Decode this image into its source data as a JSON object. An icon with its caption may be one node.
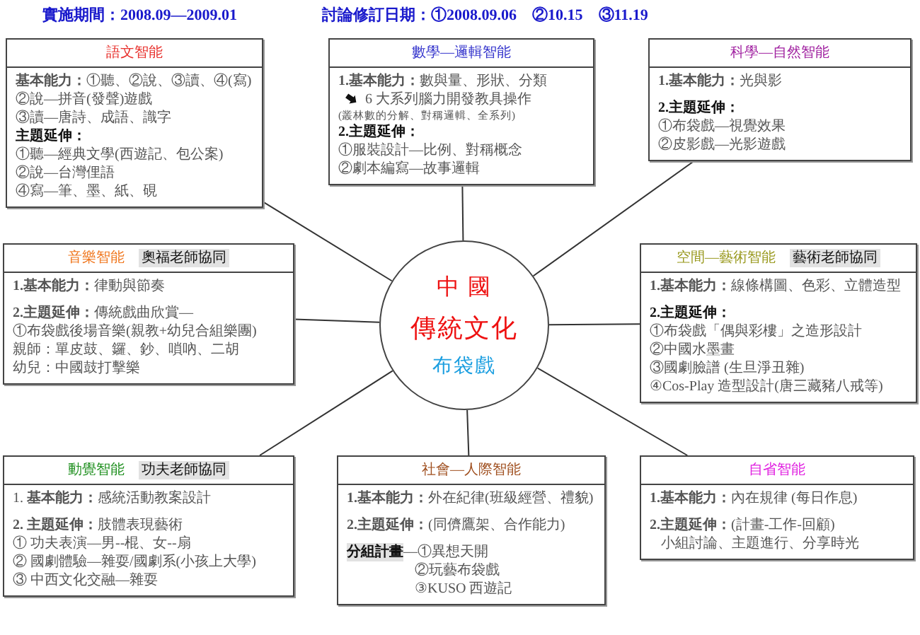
{
  "diagram": {
    "nodes": [
      {
        "text": [
          "中 國",
          "傳統文化",
          "布袋戲"
        ]
      },
      {
        "text": [
          "語文智能",
          "**基本能力：**①聽、②說、③讀、④(寫)",
          "②說—拼音(發聲)遊戲",
          "③讀—唐詩、成語、識字",
          "主題延伸：",
          "①聽—經典文學(西遊記、包公案)",
          "②說—台灣俚語",
          "④寫—筆、墨、紙、硯"
        ]
      },
      {
        "text": [
          "數學—邏輯智能",
          "**1.基本能力：**數與量、形狀、分類",
          "6 大系列腦力開發教具操作",
          "(叢林數的分解、對稱邏輯、全系列)",
          "2.主題延伸：",
          "①服裝設計—比例、對稱概念",
          "②劇本編寫—故事邏輯"
        ]
      },
      {
        "text": [
          "科學—自然智能",
          "**1.基本能力：**光與影",
          "2.主題延伸：",
          "①布袋戲—視覺效果",
          "②皮影戲—光影遊戲"
        ]
      },
      {
        "text": [
          "音樂智能",
          "奧福老師協同",
          "**1.基本能力：**律動與節奏",
          "**2.主題延伸：**傳統戲曲欣賞—",
          "①布袋戲後場音樂(親教+幼兒合組樂團)",
          "親師：單皮鼓、鑼、鈔、嗩吶、二胡",
          "幼兒：中國鼓打擊樂"
        ]
      },
      {
        "text": [
          "空間—藝術智能",
          "藝術老師協同",
          "**1.基本能力：**線條構圖、色彩、立體造型",
          "2.主題延伸：",
          "①布袋戲「偶與彩樓」之造形設計",
          "②中國水墨畫",
          "③國劇臉譜 (生旦淨丑雜)",
          "④Cos-Play 造型設計(唐三藏豬八戒等)"
        ]
      },
      {
        "text": [
          "動覺智能",
          "功夫老師協同",
          "1. **基本能力：**感統活動教案設計",
          "**2. 主題延伸：**肢體表現藝術",
          "①  功夫表演—男--棍、女--扇",
          "②  國劇體驗—雜耍/國劇系(小孩上大學)",
          "③  中西文化交融—雜耍"
        ]
      },
      {
        "text": [
          "社會—人際智能",
          "**1.基本能力：**外在紀律(班級經營、禮貌)",
          "**2.主題延伸：**(同儕鷹架、合作能力)",
          "分組計畫",
          "—①異想天開",
          "②玩藝布袋戲",
          "③KUSO 西遊記"
        ]
      },
      {
        "text": [
          "自省智能",
          "**1.基本能力：**內在規律 (每日作息)",
          "**2.主題延伸：**(計畫-工作-回顧)",
          "小組討論、主題進行、分享時光"
        ]
      }
    ],
    "edges": [
      {
        "from": 0,
        "to": 1,
        "arrow": "none"
      },
      {
        "from": 0,
        "to": 2,
        "arrow": "none"
      },
      {
        "from": 0,
        "to": 3,
        "arrow": "none"
      },
      {
        "from": 0,
        "to": 4,
        "arrow": "none"
      },
      {
        "from": 0,
        "to": 5,
        "arrow": "none"
      },
      {
        "from": 0,
        "to": 6,
        "arrow": "none"
      },
      {
        "from": 0,
        "to": 7,
        "arrow": "none"
      },
      {
        "from": 0,
        "to": 8,
        "arrow": "none"
      }
    ],
    "labels": [
      "實施期間：2008.09—2009.01",
      "討論修訂日期：①2008.09.06　②10.15　③11.19"
    ]
  }
}
